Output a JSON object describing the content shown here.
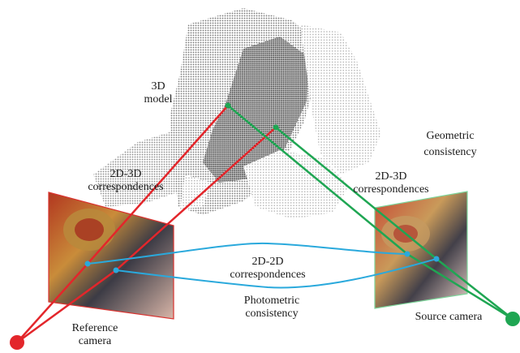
{
  "labels": {
    "model": [
      "3D",
      "model"
    ],
    "geometric": [
      "Geometric",
      "consistency"
    ],
    "corr_left": [
      "2D-3D",
      "correspondences"
    ],
    "corr_right": [
      "2D-3D",
      "correspondences"
    ],
    "corr_2d": [
      "2D-2D",
      "correspondences"
    ],
    "photometric": [
      "Photometric",
      "consistency"
    ],
    "reference": [
      "Reference",
      "camera"
    ],
    "source": "Source camera"
  },
  "colors": {
    "red": "#e3262b",
    "green": "#1fa653",
    "blue": "#2aa9dc",
    "ref_frame": "#d9322f",
    "src_frame": "#7ed59b",
    "point_cloud": "#6d6d6d"
  }
}
